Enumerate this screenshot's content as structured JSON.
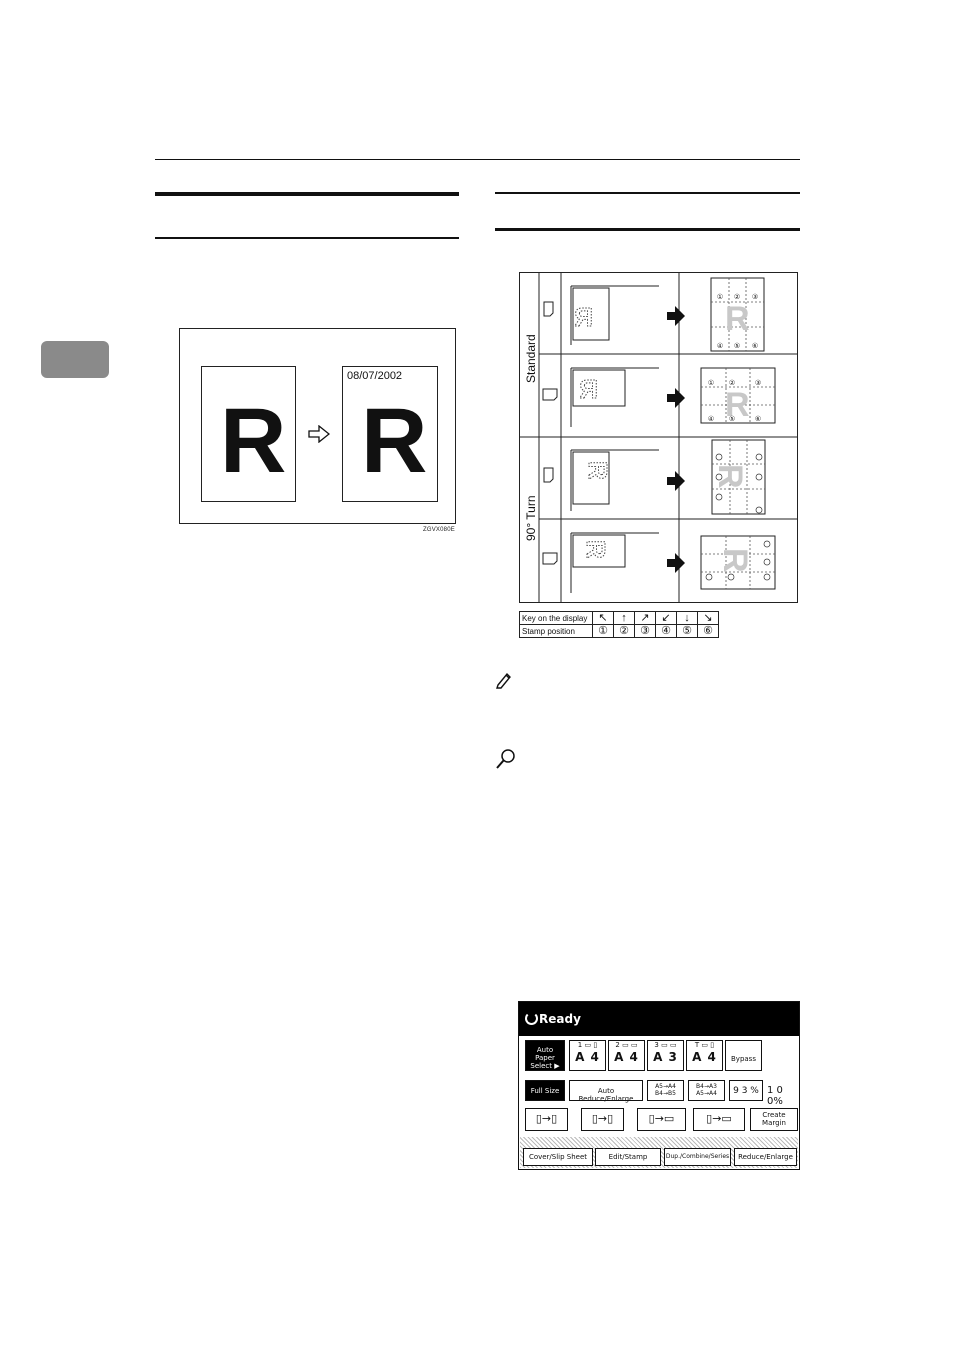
{
  "left_figure": {
    "date_stamp": "08/07/2002",
    "letter_before": "R",
    "letter_after": "R",
    "figure_code": "ZGVX080E"
  },
  "stamp_table": {
    "row_groups": [
      "Standard",
      "90° Turn"
    ],
    "position_numbers": [
      "①",
      "②",
      "③",
      "④",
      "⑤",
      "⑥"
    ]
  },
  "key_table": {
    "key_label": "Key on the display",
    "stamp_label": "Stamp position",
    "keys": [
      "↖",
      "↑",
      "↗",
      "↙",
      "↓",
      "↘"
    ],
    "positions": [
      "①",
      "②",
      "③",
      "④",
      "⑤",
      "⑥"
    ]
  },
  "icons": [
    "note-pencil-icon",
    "reference-magnifier-icon"
  ],
  "copier_panel": {
    "status": "Ready",
    "paper_buttons": [
      {
        "label": "Auto Paper Select ▶",
        "selected": true
      },
      {
        "tray": "1",
        "size": "A 4"
      },
      {
        "tray": "2",
        "size": "A 4"
      },
      {
        "tray": "3",
        "size": "A 3"
      },
      {
        "tray": "T",
        "size": "A 4"
      },
      {
        "label": "Bypass"
      }
    ],
    "ratio_buttons": [
      "Full Size",
      "Auto Reduce/Enlarge",
      "A5→A4 B4→B5",
      "B4→A3 A5→A4",
      "9 3 %"
    ],
    "ratio_value": "1 0 0%",
    "function_buttons": [
      "Create Margin"
    ],
    "bottom_tabs": [
      "Cover/Slip Sheet",
      "Edit/Stamp",
      "Dup./Combine/Series",
      "Reduce/Enlarge"
    ],
    "accent_color": "#000000"
  }
}
